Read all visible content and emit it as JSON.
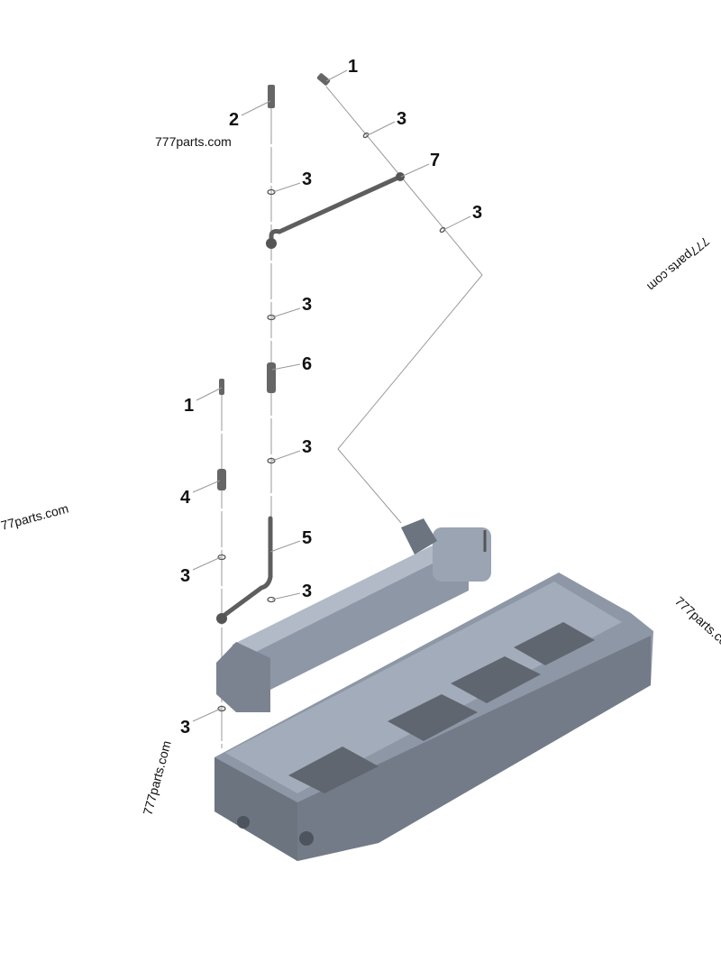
{
  "diagram": {
    "type": "exploded parts diagram",
    "callouts": [
      "1",
      "3",
      "2",
      "7",
      "3",
      "3",
      "3",
      "6",
      "1",
      "3",
      "4",
      "5",
      "3",
      "3",
      "3"
    ],
    "watermarks": [
      "777parts.com",
      "777parts.com",
      "777parts.com",
      "777parts.com",
      "777parts.com"
    ],
    "colors": {
      "part_metal": "#8d97a6",
      "part_dark": "#5f6670",
      "fitting": "#6a6a6a",
      "leader": "#888888",
      "text": "#111111"
    }
  }
}
